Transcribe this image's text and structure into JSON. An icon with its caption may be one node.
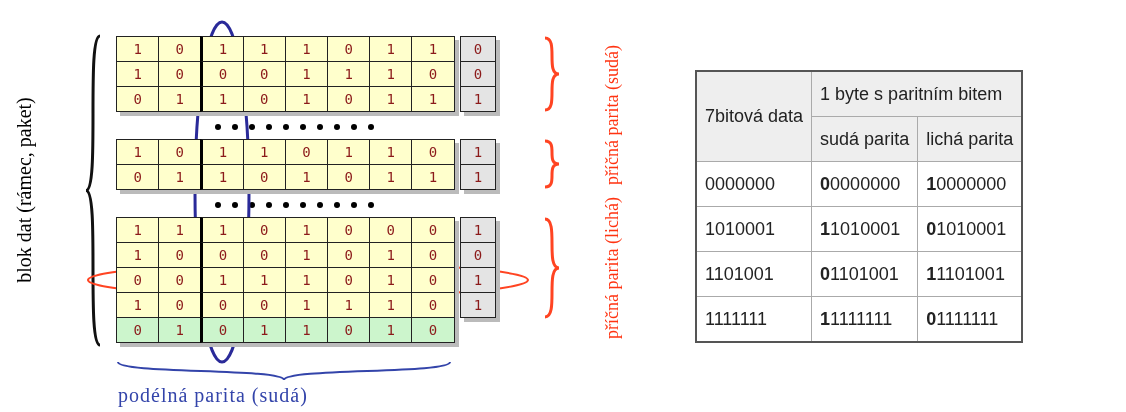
{
  "diagram": {
    "labels": [
      "blok dat (rámec, paket)",
      "1",
      "0",
      "1",
      "1",
      "1",
      "0",
      "1",
      "1",
      "0",
      "1",
      "0",
      "0",
      "0",
      "1",
      "1",
      "1",
      "0",
      "0",
      "0",
      "1",
      "1",
      "0",
      "1",
      "0",
      "1",
      "1",
      "1",
      "1",
      "0",
      "1",
      "1",
      "0",
      "1",
      "1",
      "0",
      "1",
      "0",
      "1",
      "1",
      "0",
      "1",
      "0",
      "1",
      "1",
      "1",
      "1",
      "1",
      "1",
      "0",
      "1",
      "0",
      "0",
      "0",
      "1",
      "1",
      "0",
      "0",
      "0",
      "1",
      "0",
      "1",
      "0",
      "0",
      "0",
      "0",
      "1",
      "1",
      "1",
      "0",
      "1",
      "0",
      "1",
      "1",
      "0",
      "0",
      "0",
      "1",
      "1",
      "1",
      "0",
      "1",
      "0",
      "1",
      "0",
      "1",
      "1",
      "0",
      "1",
      "0",
      "příčná parita (sudá)",
      "příčná parita (lichá)",
      "podélná parita (sudá)",
      "7bitová data",
      "1 byte s paritním bitem",
      "sudá parita",
      "lichá parita",
      "0000000",
      "**0**0000000",
      "**1**0000000",
      "1010001",
      "**1**1010001",
      "**0**1010001",
      "1101001",
      "**0**1101001",
      "**1**1101001",
      "1111111",
      "**1**1111111",
      "**0**1111111"
    ]
  }
}
